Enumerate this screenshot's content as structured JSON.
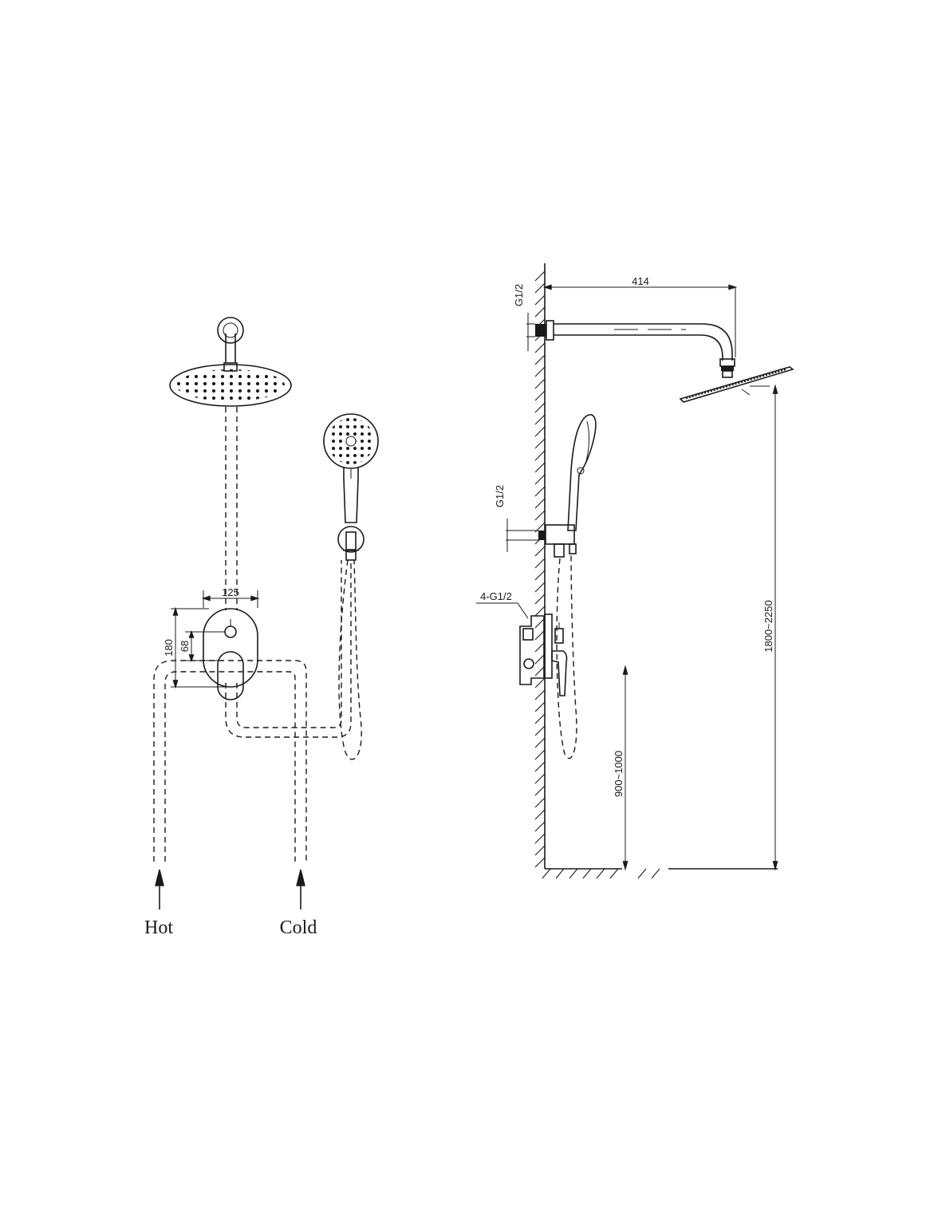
{
  "front_view": {
    "dim_width": "125",
    "dim_height": "180",
    "dim_offset": "68",
    "inlet_hot": "Hot",
    "inlet_cold": "Cold"
  },
  "side_view": {
    "thread_top": "G1/2",
    "thread_hand": "G1/2",
    "thread_valve": "4-G1/2",
    "dim_arm": "414",
    "dim_head_height": "1800~2250",
    "dim_valve_height": "900~1000"
  },
  "colors": {
    "line": "#1a1a1a",
    "background": "#ffffff"
  }
}
